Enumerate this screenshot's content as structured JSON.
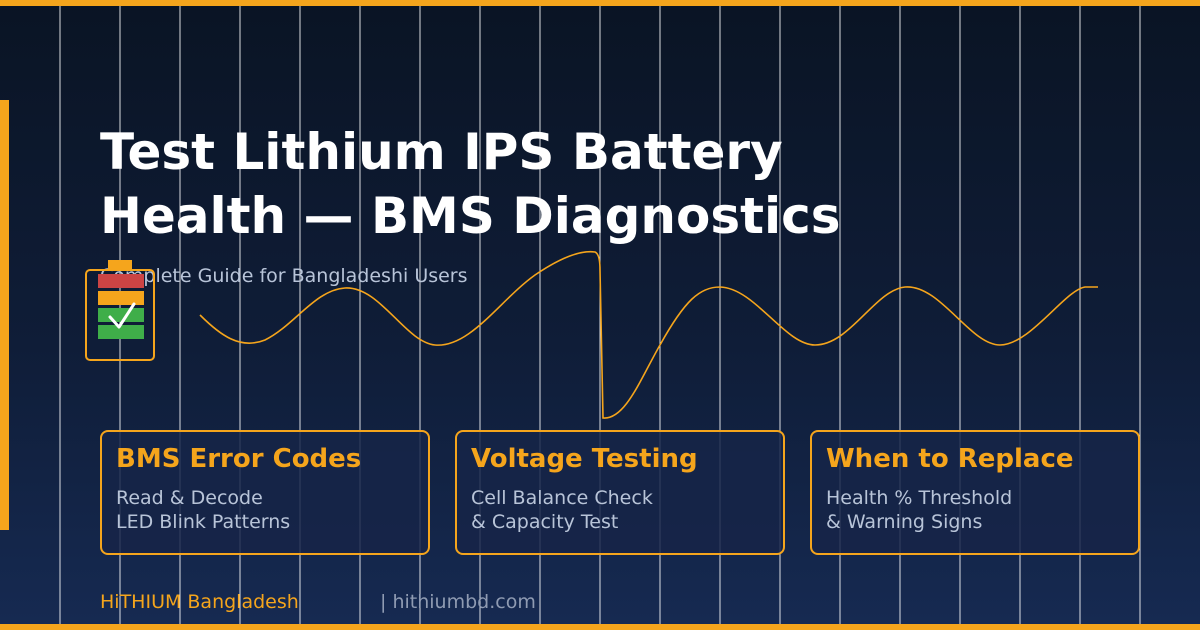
{
  "title_line1": "Test Lithium IPS Battery",
  "title_line2": "Health — BMS Diagnostics",
  "subtitle": "Complete Guide for Bangladeshi Users",
  "cards": [
    {
      "title": "BMS Error Codes",
      "line1": "Read & Decode",
      "line2": "LED Blink Patterns"
    },
    {
      "title": "Voltage Testing",
      "line1": "Cell Balance Check",
      "line2": "& Capacity Test"
    },
    {
      "title": "When to Replace",
      "line1": "Health % Threshold",
      "line2": "& Warning Signs"
    }
  ],
  "brand": "HiTHIUM Bangladesh",
  "website": "| hithiumbd.com",
  "colors": {
    "accent": "#f5a51c",
    "background": "#0f1d38",
    "title": "#ffffff",
    "body_text": "#b8c4d8",
    "battery_red": "#cc4444",
    "battery_orange": "#f5a51c",
    "battery_green": "#3fae49"
  },
  "icons": {
    "battery": "battery-check-icon",
    "waveform": "voltage-waveform-icon"
  }
}
